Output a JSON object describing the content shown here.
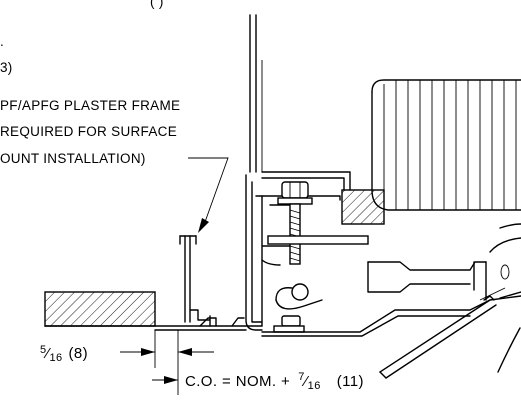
{
  "header": {
    "top_fragment": "(                          )",
    "left_dot": ".",
    "left_paren": "3)"
  },
  "callout": {
    "line1": "PF/APFG PLASTER FRAME",
    "line2": "REQUIRED FOR SURFACE",
    "line3": "OUNT INSTALLATION)"
  },
  "dimension_left": {
    "num": "5",
    "den": "16",
    "mm": "(8)"
  },
  "dimension_bottom": {
    "prefix": "C.O.  =  NOM.  +",
    "num": "7",
    "den": "16",
    "mm": "(11)"
  },
  "colors": {
    "line": "#000000",
    "background": "#ffffff"
  }
}
